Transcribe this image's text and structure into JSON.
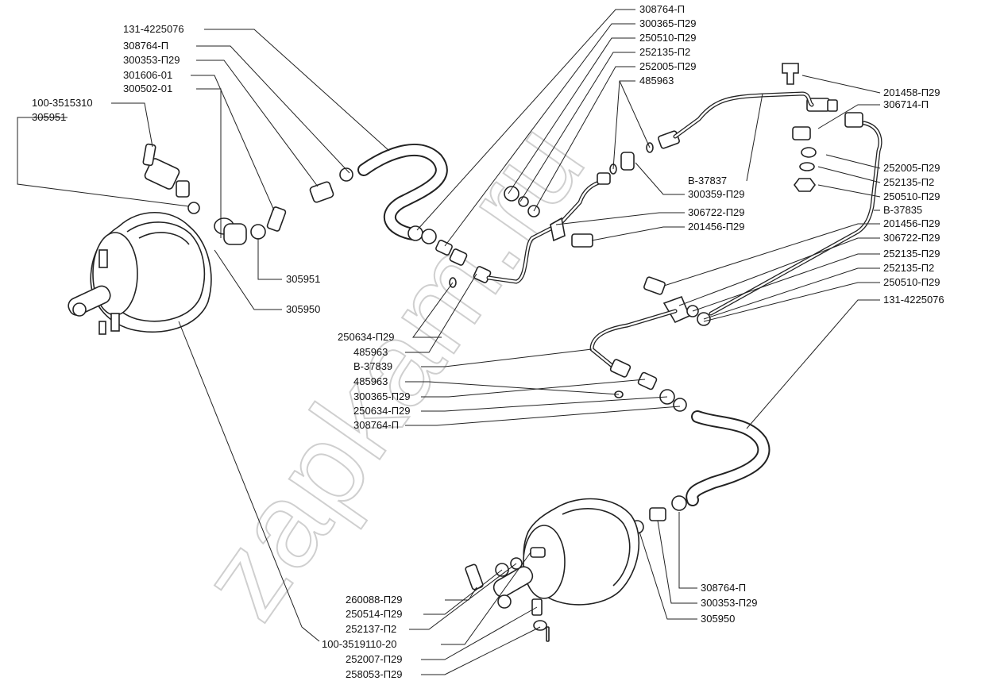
{
  "watermark": "zapkam.ru",
  "labels": {
    "l1": "131-4225076",
    "l2": "308764-П",
    "l3": "300353-П29",
    "l4": "301606-01",
    "l5": "300502-01",
    "l6": "100-3515310",
    "l7": "305951",
    "l8": "305951",
    "l9": "305950",
    "t1": "308764-П",
    "t2": "300365-П29",
    "t3": "250510-П29",
    "t4": "252135-П2",
    "t5": "252005-П29",
    "t6": "485963",
    "r1": "201458-П29",
    "r2": "306714-П",
    "r3": "В-37837",
    "r4": "252005-П29",
    "r5": "252135-П2",
    "r6": "300359-П29",
    "r7": "250510-П29",
    "r8": "306722-П29",
    "r9": "В-37835",
    "r10": "201456-П29",
    "r11": "201456-П29",
    "r12": "306722-П29",
    "r13": "252135-П29",
    "r14": "252135-П2",
    "r15": "250510-П29",
    "r16": "131-4225076",
    "m1": "250634-П29",
    "m2": "485963",
    "m3": "В-37839",
    "m4": "485963",
    "m5": "300365-П29",
    "m6": "250634-П29",
    "m7": "308764-П",
    "b1": "260088-П29",
    "b2": "250514-П29",
    "b3": "252137-П2",
    "b4": "100-3519110-20",
    "b5": "252007-П29",
    "b6": "258053-П29",
    "br1": "308764-П",
    "br2": "300353-П29",
    "br3": "305950"
  }
}
